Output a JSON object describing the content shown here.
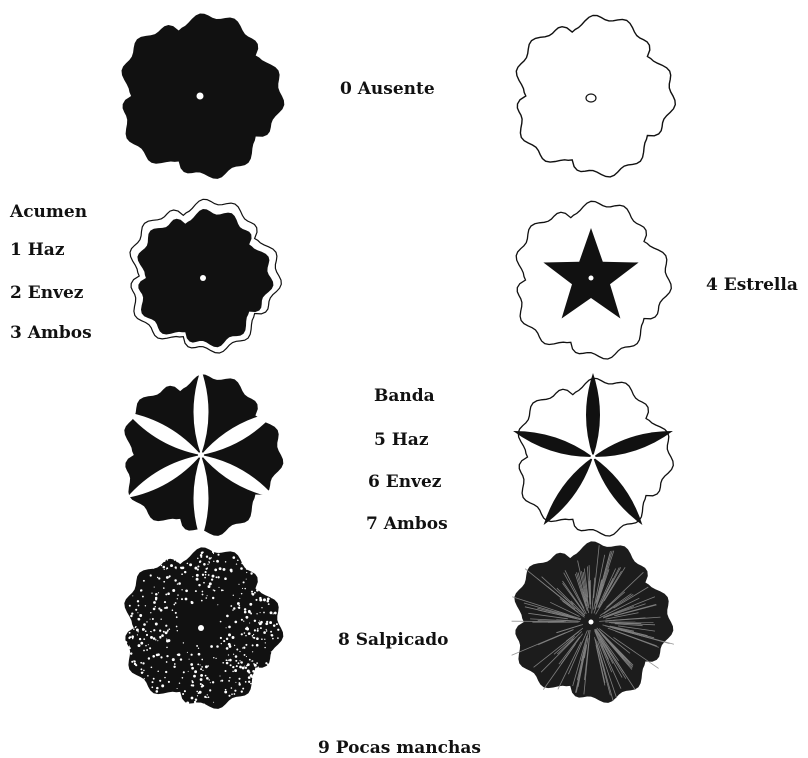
{
  "labels": {
    "ausente": "0 Ausente",
    "acumen_title": "Acumen",
    "acumen_haz": "1 Haz",
    "acumen_envez": "2 Envez",
    "acumen_ambos": "3 Ambos",
    "estrella": "4 Estrella",
    "banda_title": "Banda",
    "banda_haz": "5 Haz",
    "banda_envez": "6 Envez",
    "banda_ambos": "7 Ambos",
    "salpicado": "8 Salpicado",
    "pocas_manchas": "9 Pocas manchas"
  },
  "colors": {
    "ink": "#111111",
    "paper": "#ffffff"
  },
  "figures": [
    {
      "name": "flower-solid-dark",
      "pattern": "solid"
    },
    {
      "name": "flower-ausente",
      "pattern": "outline"
    },
    {
      "name": "flower-acumen",
      "pattern": "acumen"
    },
    {
      "name": "flower-estrella",
      "pattern": "star"
    },
    {
      "name": "flower-banda-white",
      "pattern": "white-bands"
    },
    {
      "name": "flower-banda-dark",
      "pattern": "dark-bands"
    },
    {
      "name": "flower-salpicado",
      "pattern": "speckled"
    },
    {
      "name": "flower-pocas-manchas",
      "pattern": "streaked"
    }
  ]
}
